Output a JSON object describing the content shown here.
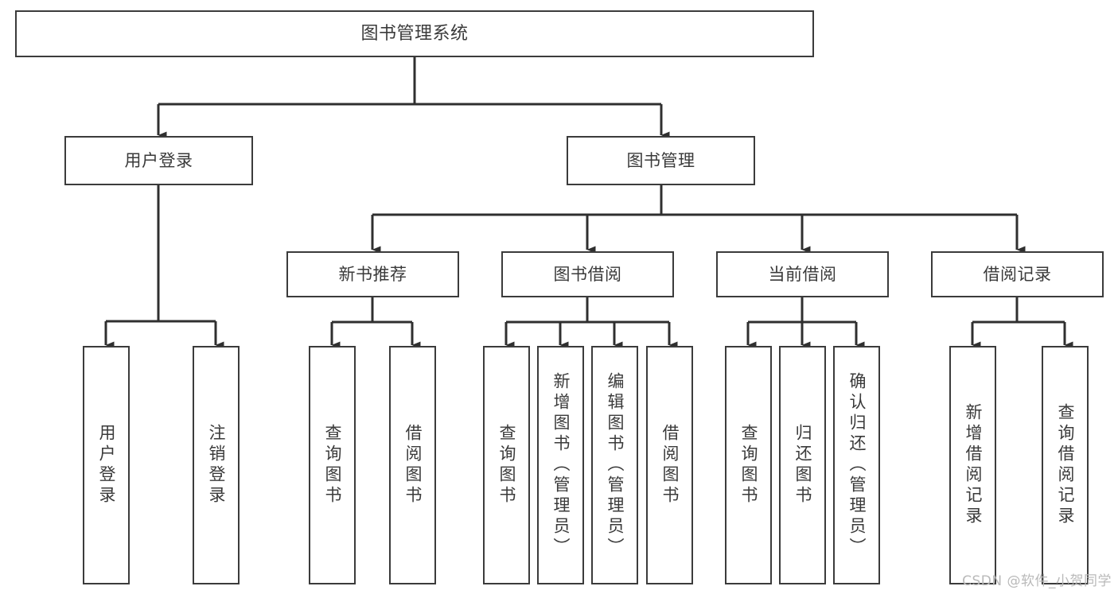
{
  "diagram": {
    "type": "tree-hierarchy",
    "title": "图书管理系统",
    "root": {
      "label": "图书管理系统"
    },
    "level1": [
      {
        "id": "user-login",
        "label": "用户登录"
      },
      {
        "id": "book-management",
        "label": "图书管理"
      }
    ],
    "level2": [
      {
        "id": "new-book-recommend",
        "label": "新书推荐",
        "parent": "book-management"
      },
      {
        "id": "book-borrow",
        "label": "图书借阅",
        "parent": "book-management"
      },
      {
        "id": "current-borrow",
        "label": "当前借阅",
        "parent": "book-management"
      },
      {
        "id": "borrow-record",
        "label": "借阅记录",
        "parent": "book-management"
      }
    ],
    "leaves": [
      {
        "id": "leaf-user-login",
        "label": "用户登录",
        "parent": "user-login"
      },
      {
        "id": "leaf-logout-login",
        "label": "注销登录",
        "parent": "user-login"
      },
      {
        "id": "leaf-query-book-1",
        "label": "查询图书",
        "parent": "new-book-recommend"
      },
      {
        "id": "leaf-borrow-book-1",
        "label": "借阅图书",
        "parent": "new-book-recommend"
      },
      {
        "id": "leaf-query-book-2",
        "label": "查询图书",
        "parent": "book-borrow"
      },
      {
        "id": "leaf-add-book",
        "label": "新增图书（管理员）",
        "parent": "book-borrow"
      },
      {
        "id": "leaf-edit-book",
        "label": "编辑图书（管理员）",
        "parent": "book-borrow"
      },
      {
        "id": "leaf-borrow-book-2",
        "label": "借阅图书",
        "parent": "book-borrow"
      },
      {
        "id": "leaf-query-book-3",
        "label": "查询图书",
        "parent": "current-borrow"
      },
      {
        "id": "leaf-return-book",
        "label": "归还图书",
        "parent": "current-borrow"
      },
      {
        "id": "leaf-confirm-return",
        "label": "确认归还（管理员）",
        "parent": "current-borrow"
      },
      {
        "id": "leaf-add-record",
        "label": "新增借阅记录",
        "parent": "borrow-record"
      },
      {
        "id": "leaf-query-record",
        "label": "查询借阅记录",
        "parent": "borrow-record"
      }
    ],
    "colors": {
      "border": "#3b3b3b",
      "text": "#3a3a3a",
      "background": "#ffffff",
      "connector": "#2f2f2f",
      "watermark": "#b9b9b9"
    }
  },
  "watermark": {
    "text": "CSDN @软件_小贺同学"
  }
}
